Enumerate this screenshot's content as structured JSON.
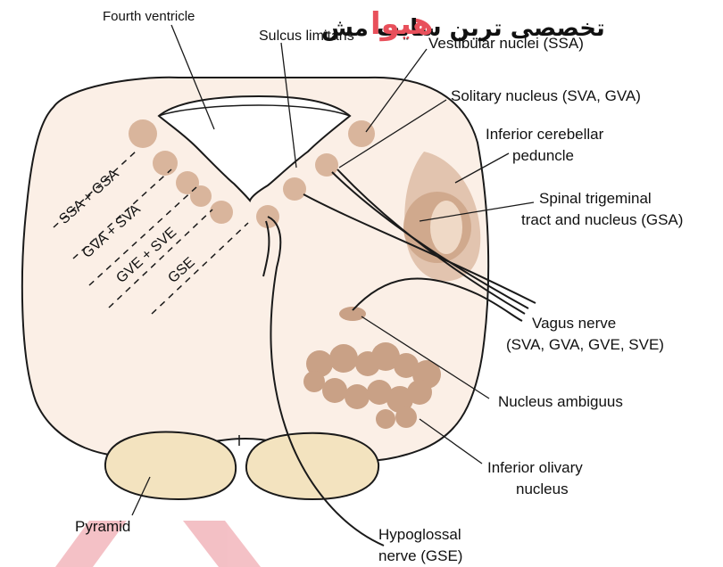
{
  "watermark": {
    "brand": "هیوا",
    "tagline": "تخصصی ترین سایت مش",
    "brand_color": "#e8505b",
    "text_color": "#111111",
    "chevron_color": "#f2b6bc"
  },
  "colors": {
    "tissue": "#fbefe6",
    "outline": "#1a1a1a",
    "nucleus": "#d9b59c",
    "nucleus_dark": "#c9a186",
    "tract": "#e3c6b0",
    "pyramid": "#f3e3bf"
  },
  "labels": {
    "fourth_ventricle": "Fourth ventricle",
    "sulcus_limitans": "Sulcus limitans",
    "vestibular_nuclei": "Vestibular nuclei (SSA)",
    "solitary_nucleus": "Solitary nucleus (SVA, GVA)",
    "inferior_cerebellar_line1": "Inferior cerebellar",
    "inferior_cerebellar_line2": "peduncle",
    "spinal_trigeminal_line1": "Spinal trigeminal",
    "spinal_trigeminal_line2": "tract and nucleus (GSA)",
    "vagus_line1": "Vagus nerve",
    "vagus_line2": "(SVA, GVA, GVE, SVE)",
    "nucleus_ambiguus": "Nucleus ambiguus",
    "inferior_olivary_line1": "Inferior olivary",
    "inferior_olivary_line2": "nucleus",
    "pyramid": "Pyramid",
    "hypoglossal_line1": "Hypoglossal",
    "hypoglossal_line2": "nerve (GSE)"
  },
  "columns": {
    "ssa_gsa": "SSA + GSA",
    "gva_sva": "GVA + SVA",
    "gve_sve": "GVE + SVE",
    "gse": "GSE"
  }
}
